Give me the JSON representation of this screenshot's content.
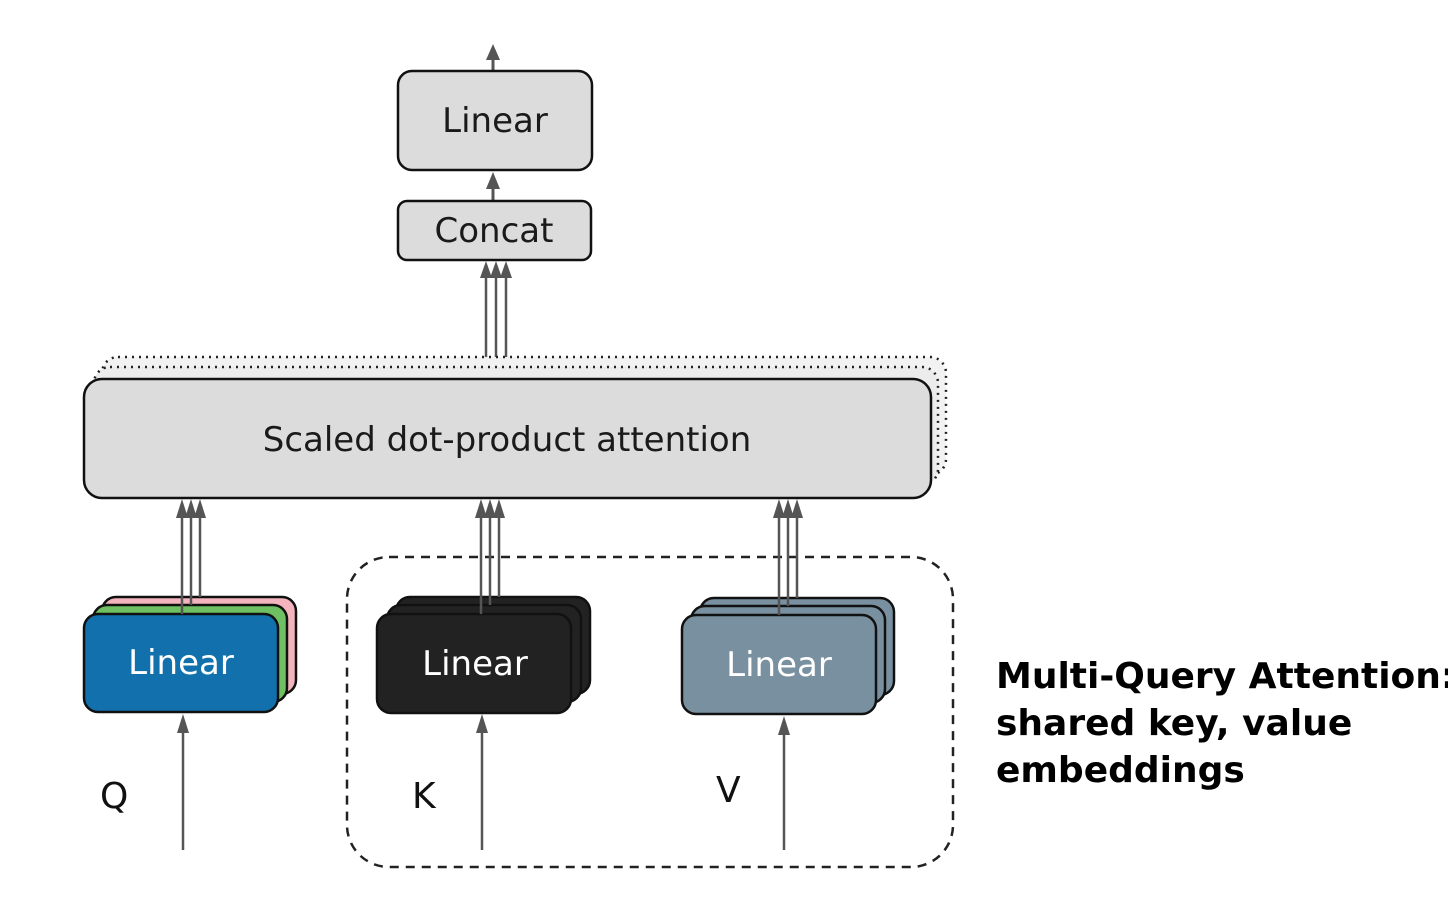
{
  "diagram": {
    "blocks": {
      "output_linear": "Linear",
      "concat": "Concat",
      "attention": "Scaled dot-product attention",
      "query_linear": "Linear",
      "key_linear": "Linear",
      "value_linear": "Linear"
    },
    "inputs": {
      "q": "Q",
      "k": "K",
      "v": "V"
    },
    "caption": {
      "line1": "Multi-Query Attention:",
      "line2": "shared key, value",
      "line3": "embeddings"
    },
    "colors": {
      "box_gray": "#dcdcdc",
      "query_blue": "#1271ad",
      "query_green": "#6ec063",
      "query_pink": "#f4b4bd",
      "key_black": "#222222",
      "value_slate": "#7990a0",
      "arrow": "#555555"
    }
  }
}
